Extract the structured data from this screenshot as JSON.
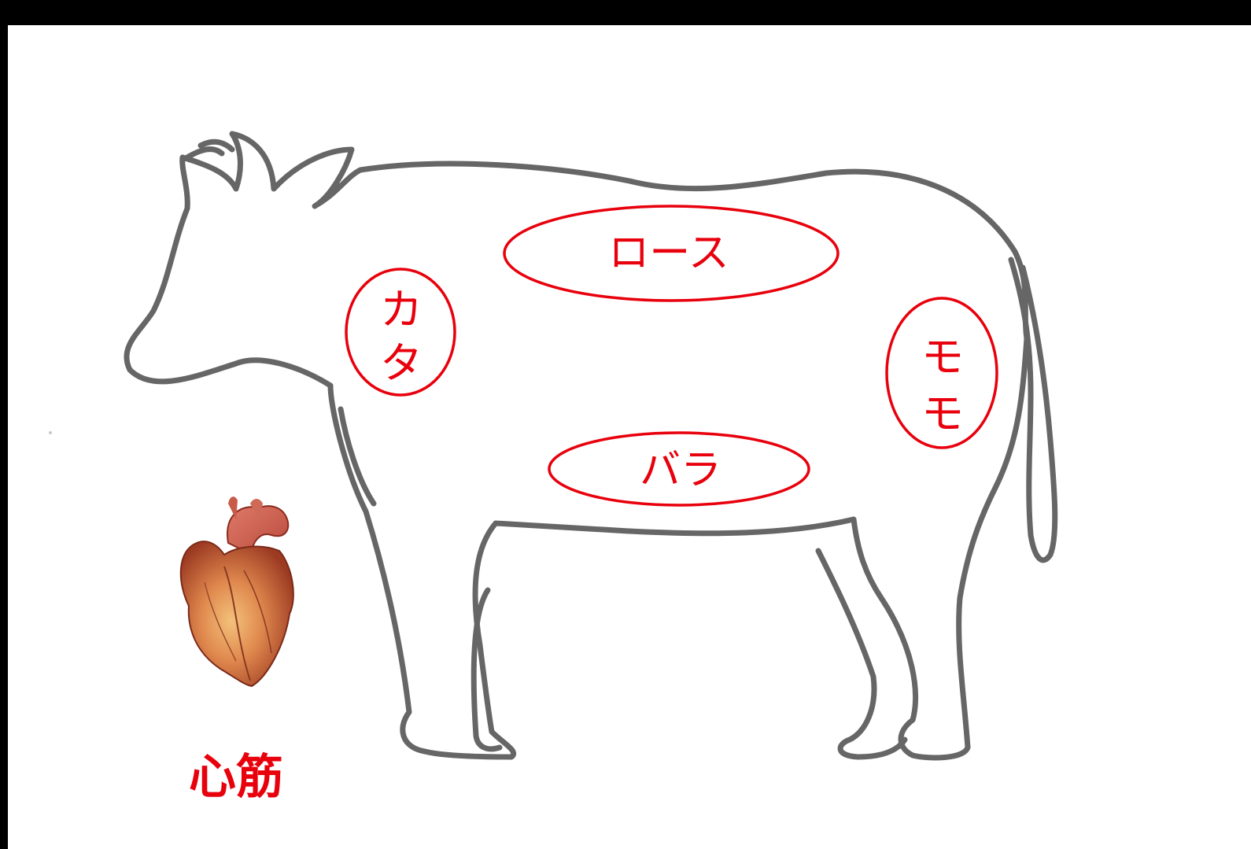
{
  "labels": {
    "roast": "ロース",
    "bara": "バラ",
    "kata_1": "カ",
    "kata_2": "タ",
    "momo_1": "モ",
    "momo_2": "モ",
    "heart": "心筋"
  },
  "colors": {
    "outline": "#666666",
    "label_red": "#e8000c",
    "background": "#ffffff",
    "frame": "#000000"
  },
  "icons": {
    "animal": "cow-outline",
    "organ": "heart-illustration"
  }
}
